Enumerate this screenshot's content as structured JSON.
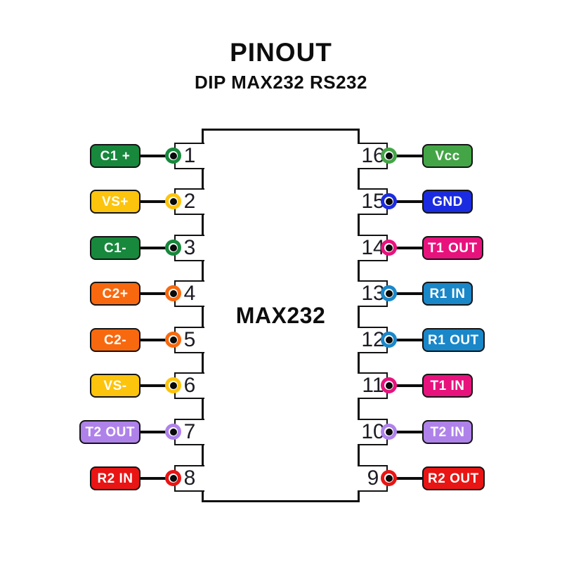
{
  "header": {
    "title": "PINOUT",
    "subtitle": "DIP MAX232 RS232"
  },
  "chip": {
    "name": "MAX232"
  },
  "left_pins": [
    {
      "num": "1",
      "label": "C1 +",
      "color": "#17883c"
    },
    {
      "num": "2",
      "label": "VS+",
      "color": "#fcc40d"
    },
    {
      "num": "3",
      "label": "C1-",
      "color": "#17883c"
    },
    {
      "num": "4",
      "label": "C2+",
      "color": "#f8690f"
    },
    {
      "num": "5",
      "label": "C2-",
      "color": "#f8690f"
    },
    {
      "num": "6",
      "label": "VS-",
      "color": "#fcc40d"
    },
    {
      "num": "7",
      "label": "T2 OUT",
      "color": "#af82ea"
    },
    {
      "num": "8",
      "label": "R2 IN",
      "color": "#e91414"
    }
  ],
  "right_pins": [
    {
      "num": "16",
      "label": "Vcc",
      "color": "#44a546"
    },
    {
      "num": "15",
      "label": "GND",
      "color": "#1b2ce0"
    },
    {
      "num": "14",
      "label": "T1 OUT",
      "color": "#e8127d"
    },
    {
      "num": "13",
      "label": "R1 IN",
      "color": "#1a87c9"
    },
    {
      "num": "12",
      "label": "R1 OUT",
      "color": "#1a87c9"
    },
    {
      "num": "11",
      "label": "T1 IN",
      "color": "#e8127d"
    },
    {
      "num": "10",
      "label": "T2 IN",
      "color": "#af82ea"
    },
    {
      "num": "9",
      "label": "R2 OUT",
      "color": "#e91414"
    }
  ]
}
